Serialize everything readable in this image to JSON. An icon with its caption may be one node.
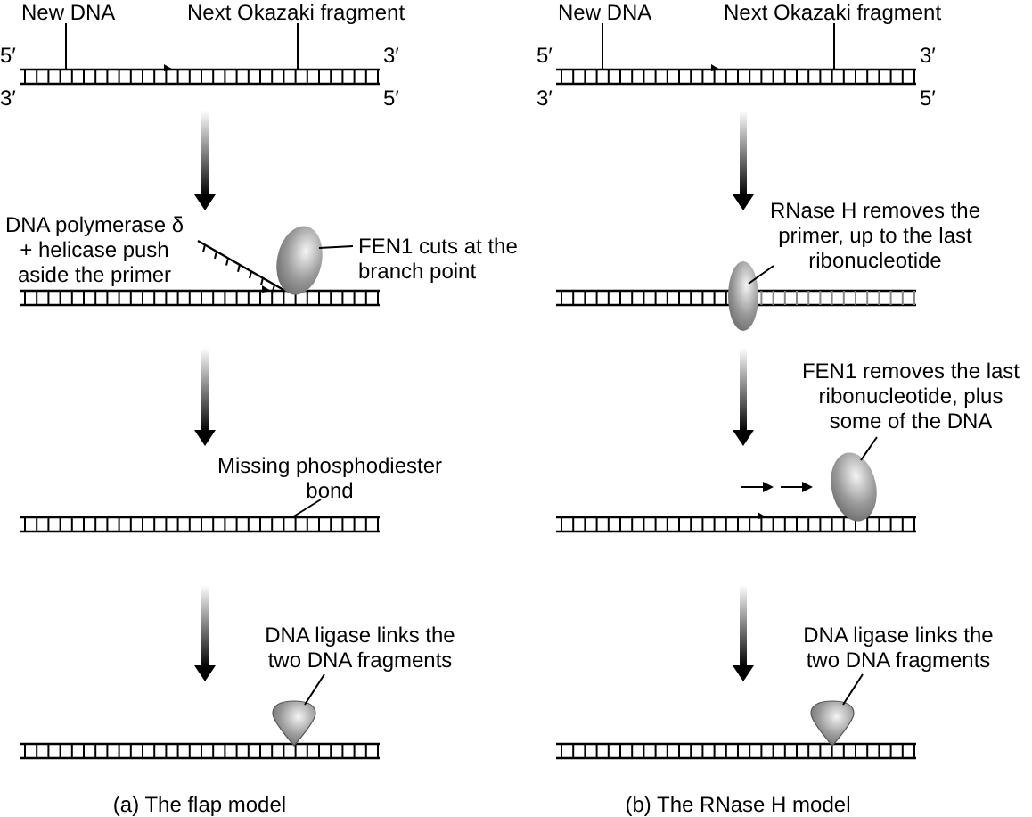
{
  "diagram": {
    "nodes": [
      {
        "text": [
          "New DNA"
        ]
      },
      {
        "text": [
          "Next Okazaki fragment"
        ]
      },
      {
        "text": [
          "FEN1 cuts at the branch point"
        ]
      },
      {
        "text": [],
        "shape": "ellipse"
      },
      {
        "text": [
          "Missing phosphodiester bond"
        ]
      },
      {
        "text": [
          "DNA ligase links the two DNA fragments"
        ]
      },
      {
        "text": [],
        "shape": "cone"
      },
      {
        "text": [
          "New DNA"
        ]
      },
      {
        "text": [
          "Next Okazaki fragment"
        ]
      },
      {
        "text": [
          "RNase H removes the primer, up to the last ribonucleotide"
        ]
      },
      {
        "text": [],
        "shape": "ellipse"
      },
      {
        "text": [
          "FEN1 removes the last ribonucleotide, plus some of the DNA"
        ]
      },
      {
        "text": [],
        "shape": "ellipse"
      },
      {
        "text": [
          "DNA ligase links the two DNA fragments"
        ]
      },
      {
        "text": [],
        "shape": "cone"
      }
    ],
    "edges": [
      {
        "from": 0,
        "to": null,
        "arrow": "none"
      },
      {
        "from": 1,
        "to": null,
        "arrow": "none"
      },
      {
        "from": 2,
        "to": 3,
        "arrow": "none"
      },
      {
        "from": 4,
        "to": null,
        "arrow": "none"
      },
      {
        "from": 5,
        "to": 6,
        "arrow": "none"
      },
      {
        "from": 7,
        "to": null,
        "arrow": "none"
      },
      {
        "from": 8,
        "to": null,
        "arrow": "none"
      },
      {
        "from": 9,
        "to": 10,
        "arrow": "none"
      },
      {
        "from": 11,
        "to": 12,
        "arrow": "none"
      },
      {
        "from": 13,
        "to": 14,
        "arrow": "none"
      }
    ],
    "labels": [
      "5′",
      "3′",
      "3′",
      "5′",
      "5′",
      "3′",
      "3′",
      "5′",
      "DNA polymerase δ + helicase push aside the primer",
      "(a) The flap model",
      "(b) The RNase H model"
    ]
  }
}
